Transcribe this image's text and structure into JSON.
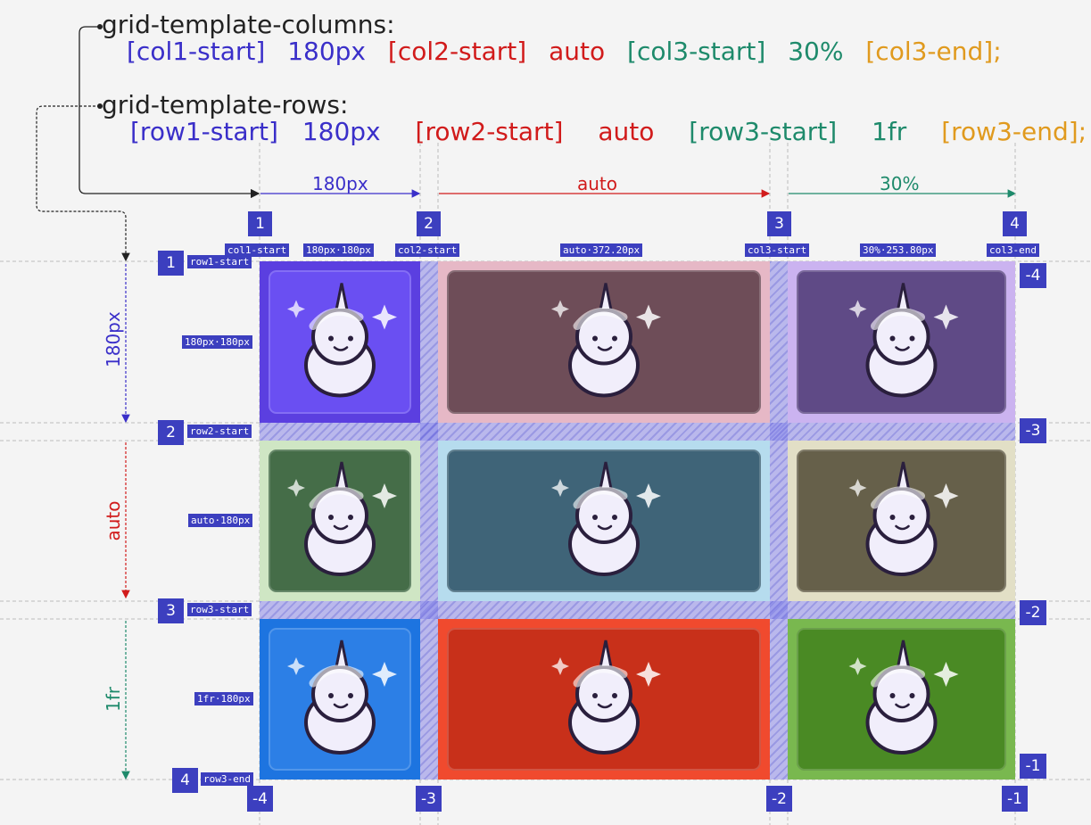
{
  "code": {
    "columns_property": "grid-template-columns:",
    "columns_tokens": [
      "[col1-start]",
      "180px",
      "[col2-start]",
      "auto",
      "[col3-start]",
      "30%",
      "[col3-end];"
    ],
    "rows_property": "grid-template-rows:",
    "rows_tokens": [
      "[row1-start]",
      "180px",
      "[row2-start]",
      "auto",
      "[row3-start]",
      "1fr",
      "[row3-end];"
    ]
  },
  "column_tracks": [
    "180px",
    "auto",
    "30%"
  ],
  "row_tracks": [
    "180px",
    "auto",
    "1fr"
  ],
  "column_line_numbers": [
    "1",
    "2",
    "3",
    "4"
  ],
  "column_line_names": [
    "col1-start",
    "col2-start",
    "col3-start",
    "col3-end"
  ],
  "column_sizes": [
    "180px·180px",
    "auto·372.20px",
    "30%·253.80px"
  ],
  "column_negative_numbers": [
    "-4",
    "-3",
    "-2",
    "-1"
  ],
  "row_line_numbers": [
    "1",
    "2",
    "3",
    "4"
  ],
  "row_line_names": [
    "row1-start",
    "row2-start",
    "row3-start",
    "row3-end"
  ],
  "row_sizes": [
    "180px·180px",
    "auto·180px",
    "1fr·180px"
  ],
  "row_negative_numbers": [
    "-4",
    "-3",
    "-2",
    "-1"
  ],
  "colors": {
    "badge": "#3c3fbf",
    "blue": "#3a2fc9",
    "red": "#d11b1b",
    "green": "#1e8a6b",
    "orange": "#e09a1e"
  },
  "cells": [
    {
      "name": "sleeping-unicorn-icon",
      "bg": "#5b3fe0",
      "card": "#6a4ff2"
    },
    {
      "name": "hugging-unicorn-icon",
      "bg": "#e6b8c6",
      "card": "#6e4d58"
    },
    {
      "name": "dancing-unicorn-icon",
      "bg": "#cbb3f0",
      "card": "#5f4a86"
    },
    {
      "name": "kissing-unicorn-icon",
      "bg": "#cfe6c4",
      "card": "#456d48"
    },
    {
      "name": "starstruck-unicorn-icon",
      "bg": "#b6dcee",
      "card": "#3f6478"
    },
    {
      "name": "fancy-unicorn-icon",
      "bg": "#e2dfc6",
      "card": "#66604a"
    },
    {
      "name": "winking-unicorn-icon",
      "bg": "#1d74e0",
      "card": "#2c7fe6"
    },
    {
      "name": "singing-unicorn-icon",
      "bg": "#f04a2e",
      "card": "#c8301a"
    },
    {
      "name": "rich-unicorn-icon",
      "bg": "#79b84f",
      "card": "#4a8a24"
    }
  ]
}
